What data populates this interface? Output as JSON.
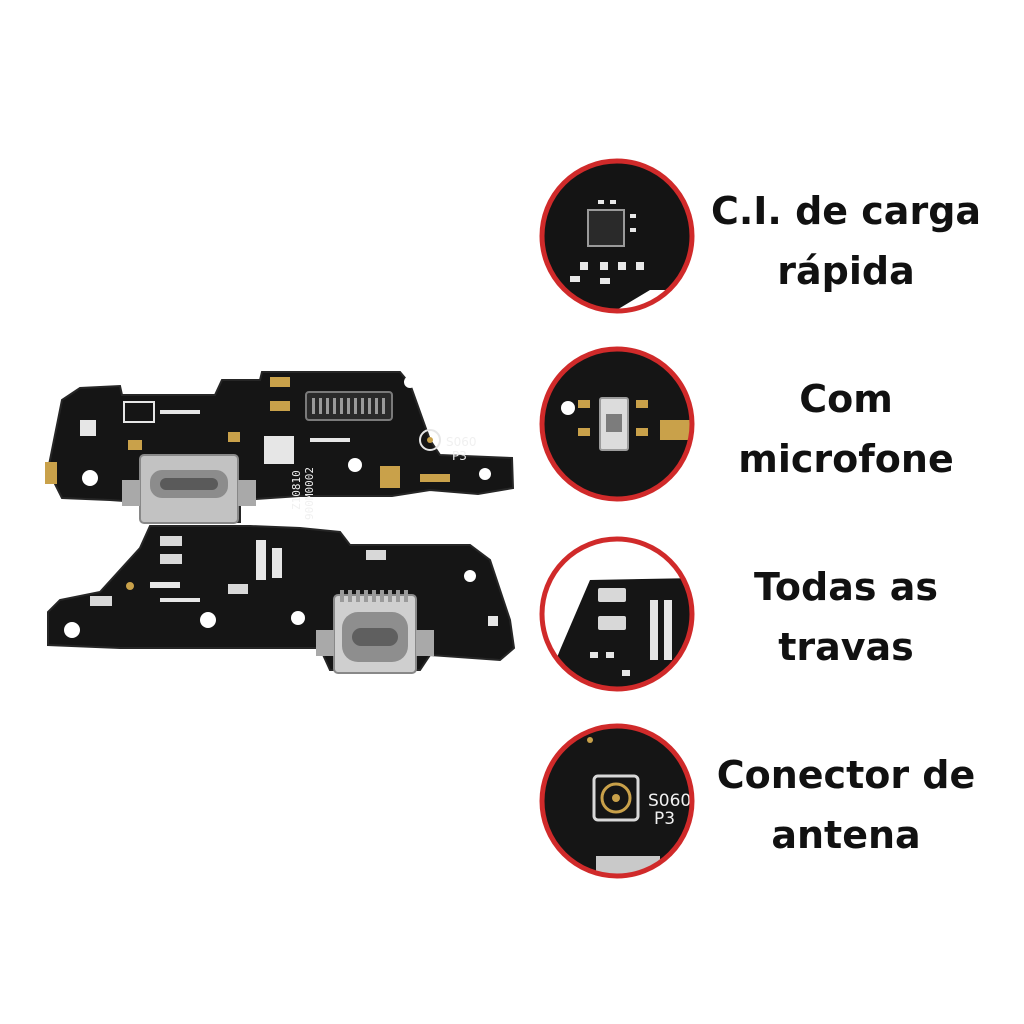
{
  "colors": {
    "background": "#ffffff",
    "pcb": "#151515",
    "pcb_edge": "#262626",
    "ring": "#d02a2a",
    "pad_gold": "#c9a14a",
    "pad_silver": "#d8d8d8",
    "connector_metal": "#bfbfbf",
    "silkscreen": "#f0f0f0",
    "text": "#111111"
  },
  "board_top": {
    "silkscreen_code_1": "Z10810",
    "silkscreen_code_2": "900M0002",
    "antenna_marking_1": "S060",
    "antenna_marking_2": "P3"
  },
  "features": [
    {
      "icon": "fast-charge-ic-closeup",
      "line1": "C.I. de carga",
      "line2": "rápida"
    },
    {
      "icon": "microphone-closeup",
      "line1": "Com",
      "line2": "microfone"
    },
    {
      "icon": "latches-closeup",
      "line1": "Todas as",
      "line2": "travas"
    },
    {
      "icon": "antenna-connector-closeup",
      "line1": "Conector de",
      "line2": "antena",
      "marking_1": "S060",
      "marking_2": "P3"
    }
  ]
}
